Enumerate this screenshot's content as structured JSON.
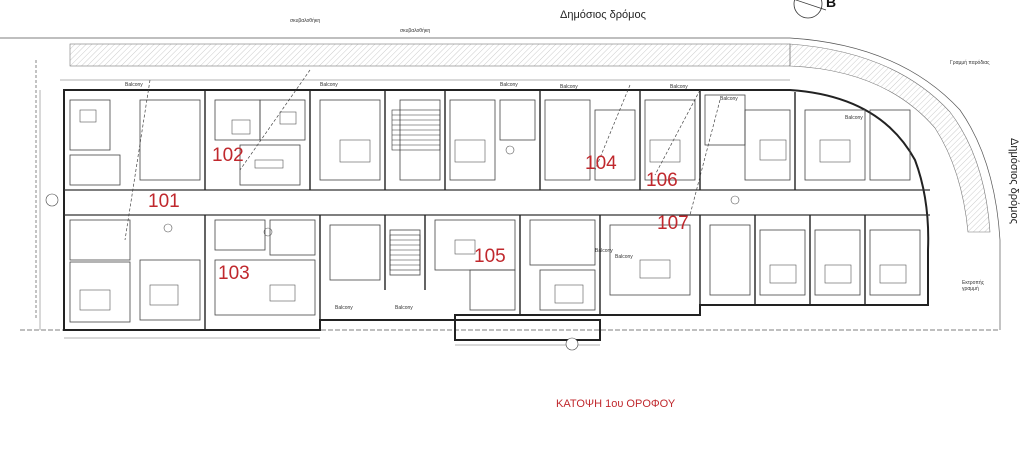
{
  "drawing": {
    "title": "ΚΑΤΟΨΗ 1ου ΟΡΟΦΟΥ",
    "street_top": "Δημόσιος δρόμος",
    "street_right": "Δημόσιος δρόμος",
    "north_letter": "Β",
    "note_top_left": "σκυβαλοθήκη",
    "note_top_mid": "σκυβαλοθήκη",
    "note_right_top": "Γραμμή παρόδιας",
    "note_right_bottom": "Εκτροπής γραμμή"
  },
  "units": [
    "101",
    "102",
    "103",
    "104",
    "105",
    "106",
    "107"
  ],
  "balcony_label": "Balcony",
  "colors": {
    "unit_label": "#c0282d",
    "wall": "#222222",
    "fine_line": "#777777",
    "hatch": "#999999",
    "dashed_leader": "#444444"
  }
}
